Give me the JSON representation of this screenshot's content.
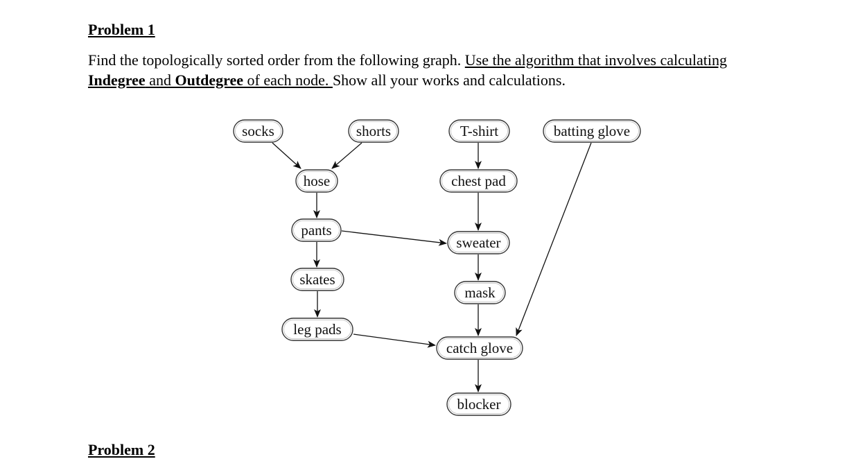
{
  "problem1": {
    "heading": "Problem 1",
    "text_plain_1": "Find the topologically sorted order from the following graph. ",
    "text_u_1": "Use the algorithm that involves calculating ",
    "text_b_1": "Indegree",
    "text_u_2": " and ",
    "text_b_2": "Outdegree",
    "text_u_3": " of each node. ",
    "text_plain_2": "Show all your works and calculations."
  },
  "graph": {
    "nodes": [
      {
        "id": "socks",
        "label": "socks"
      },
      {
        "id": "shorts",
        "label": "shorts"
      },
      {
        "id": "tshirt",
        "label": "T-shirt"
      },
      {
        "id": "batting",
        "label": "batting glove"
      },
      {
        "id": "hose",
        "label": "hose"
      },
      {
        "id": "chestpad",
        "label": "chest pad"
      },
      {
        "id": "pants",
        "label": "pants"
      },
      {
        "id": "sweater",
        "label": "sweater"
      },
      {
        "id": "skates",
        "label": "skates"
      },
      {
        "id": "mask",
        "label": "mask"
      },
      {
        "id": "legpads",
        "label": "leg pads"
      },
      {
        "id": "catch",
        "label": "catch glove"
      },
      {
        "id": "blocker",
        "label": "blocker"
      }
    ],
    "edges": [
      [
        "socks",
        "hose"
      ],
      [
        "shorts",
        "hose"
      ],
      [
        "hose",
        "pants"
      ],
      [
        "pants",
        "skates"
      ],
      [
        "skates",
        "legpads"
      ],
      [
        "pants",
        "sweater"
      ],
      [
        "tshirt",
        "chestpad"
      ],
      [
        "chestpad",
        "sweater"
      ],
      [
        "sweater",
        "mask"
      ],
      [
        "mask",
        "catch"
      ],
      [
        "legpads",
        "catch"
      ],
      [
        "batting",
        "catch"
      ],
      [
        "catch",
        "blocker"
      ]
    ]
  },
  "problem2": {
    "heading": "Problem 2"
  }
}
